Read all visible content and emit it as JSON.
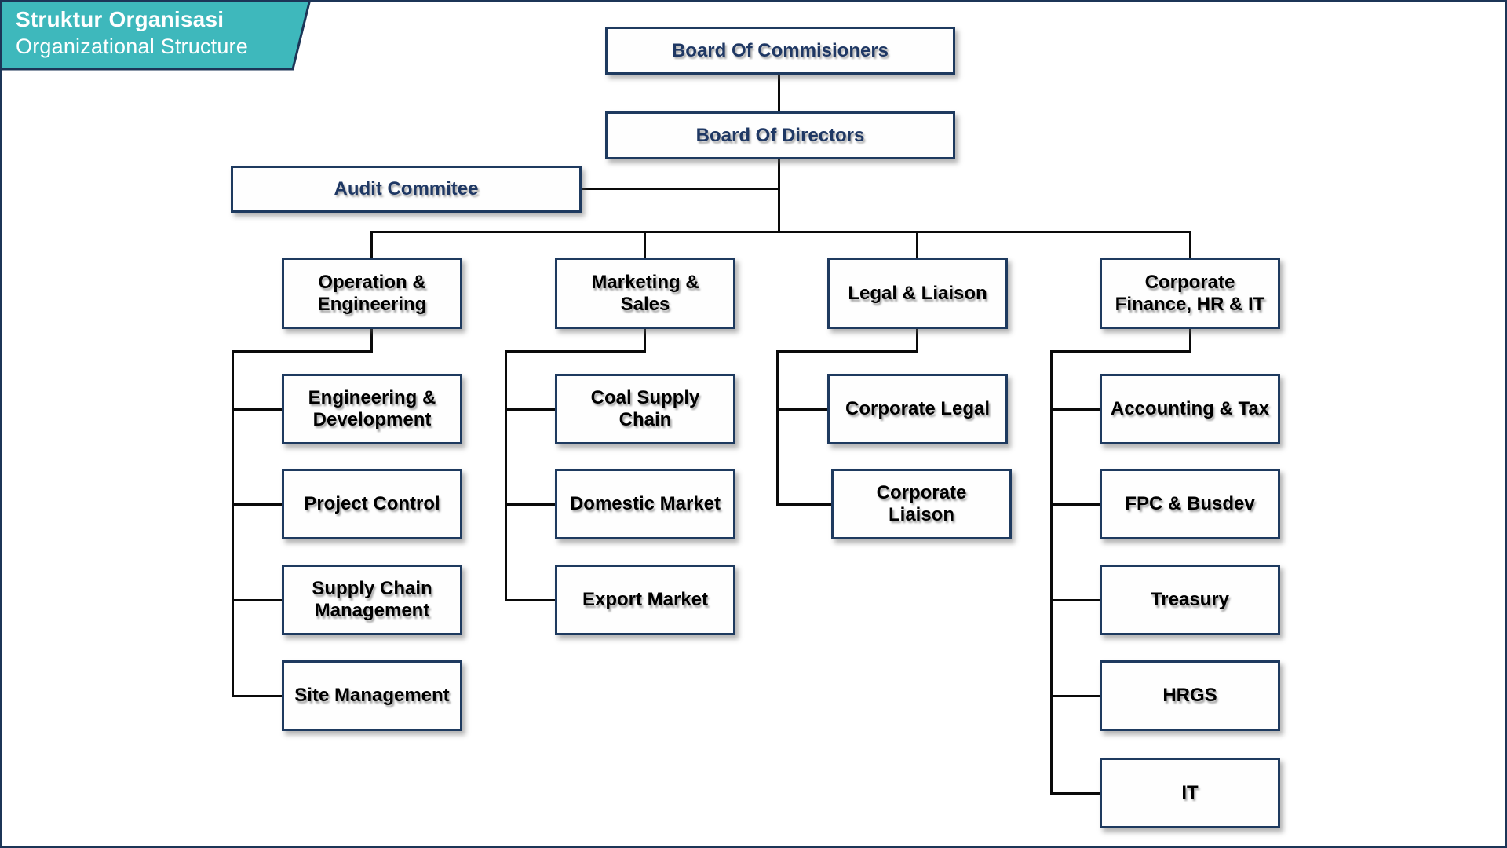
{
  "banner": {
    "title": "Struktur Organisasi",
    "subtitle": "Organizational Structure"
  },
  "colors": {
    "banner_teal": "#3EB8BC",
    "navy_border": "#1E3A5F",
    "navy_text": "#1F3864",
    "connector_black": "#0A0A0A",
    "box_fill": "#FEFEFE"
  },
  "org": {
    "board_of_commisioners": "Board Of Commisioners",
    "board_of_directors": "Board Of Directors",
    "audit_commitee": "Audit Commitee",
    "departments": [
      {
        "label": "Operation &\nEngineering",
        "children": [
          "Engineering &\nDevelopment",
          "Project Control",
          "Supply Chain\nManagement",
          "Site Management"
        ]
      },
      {
        "label": "Marketing &\nSales",
        "children": [
          "Coal Supply\nChain",
          "Domestic Market",
          "Export Market"
        ]
      },
      {
        "label": "Legal & Liaison",
        "children": [
          "Corporate Legal",
          "Corporate\nLiaison"
        ]
      },
      {
        "label": "Corporate\nFinance, HR & IT",
        "children": [
          "Accounting & Tax",
          "FPC & Busdev",
          "Treasury",
          "HRGS",
          "IT"
        ]
      }
    ]
  }
}
